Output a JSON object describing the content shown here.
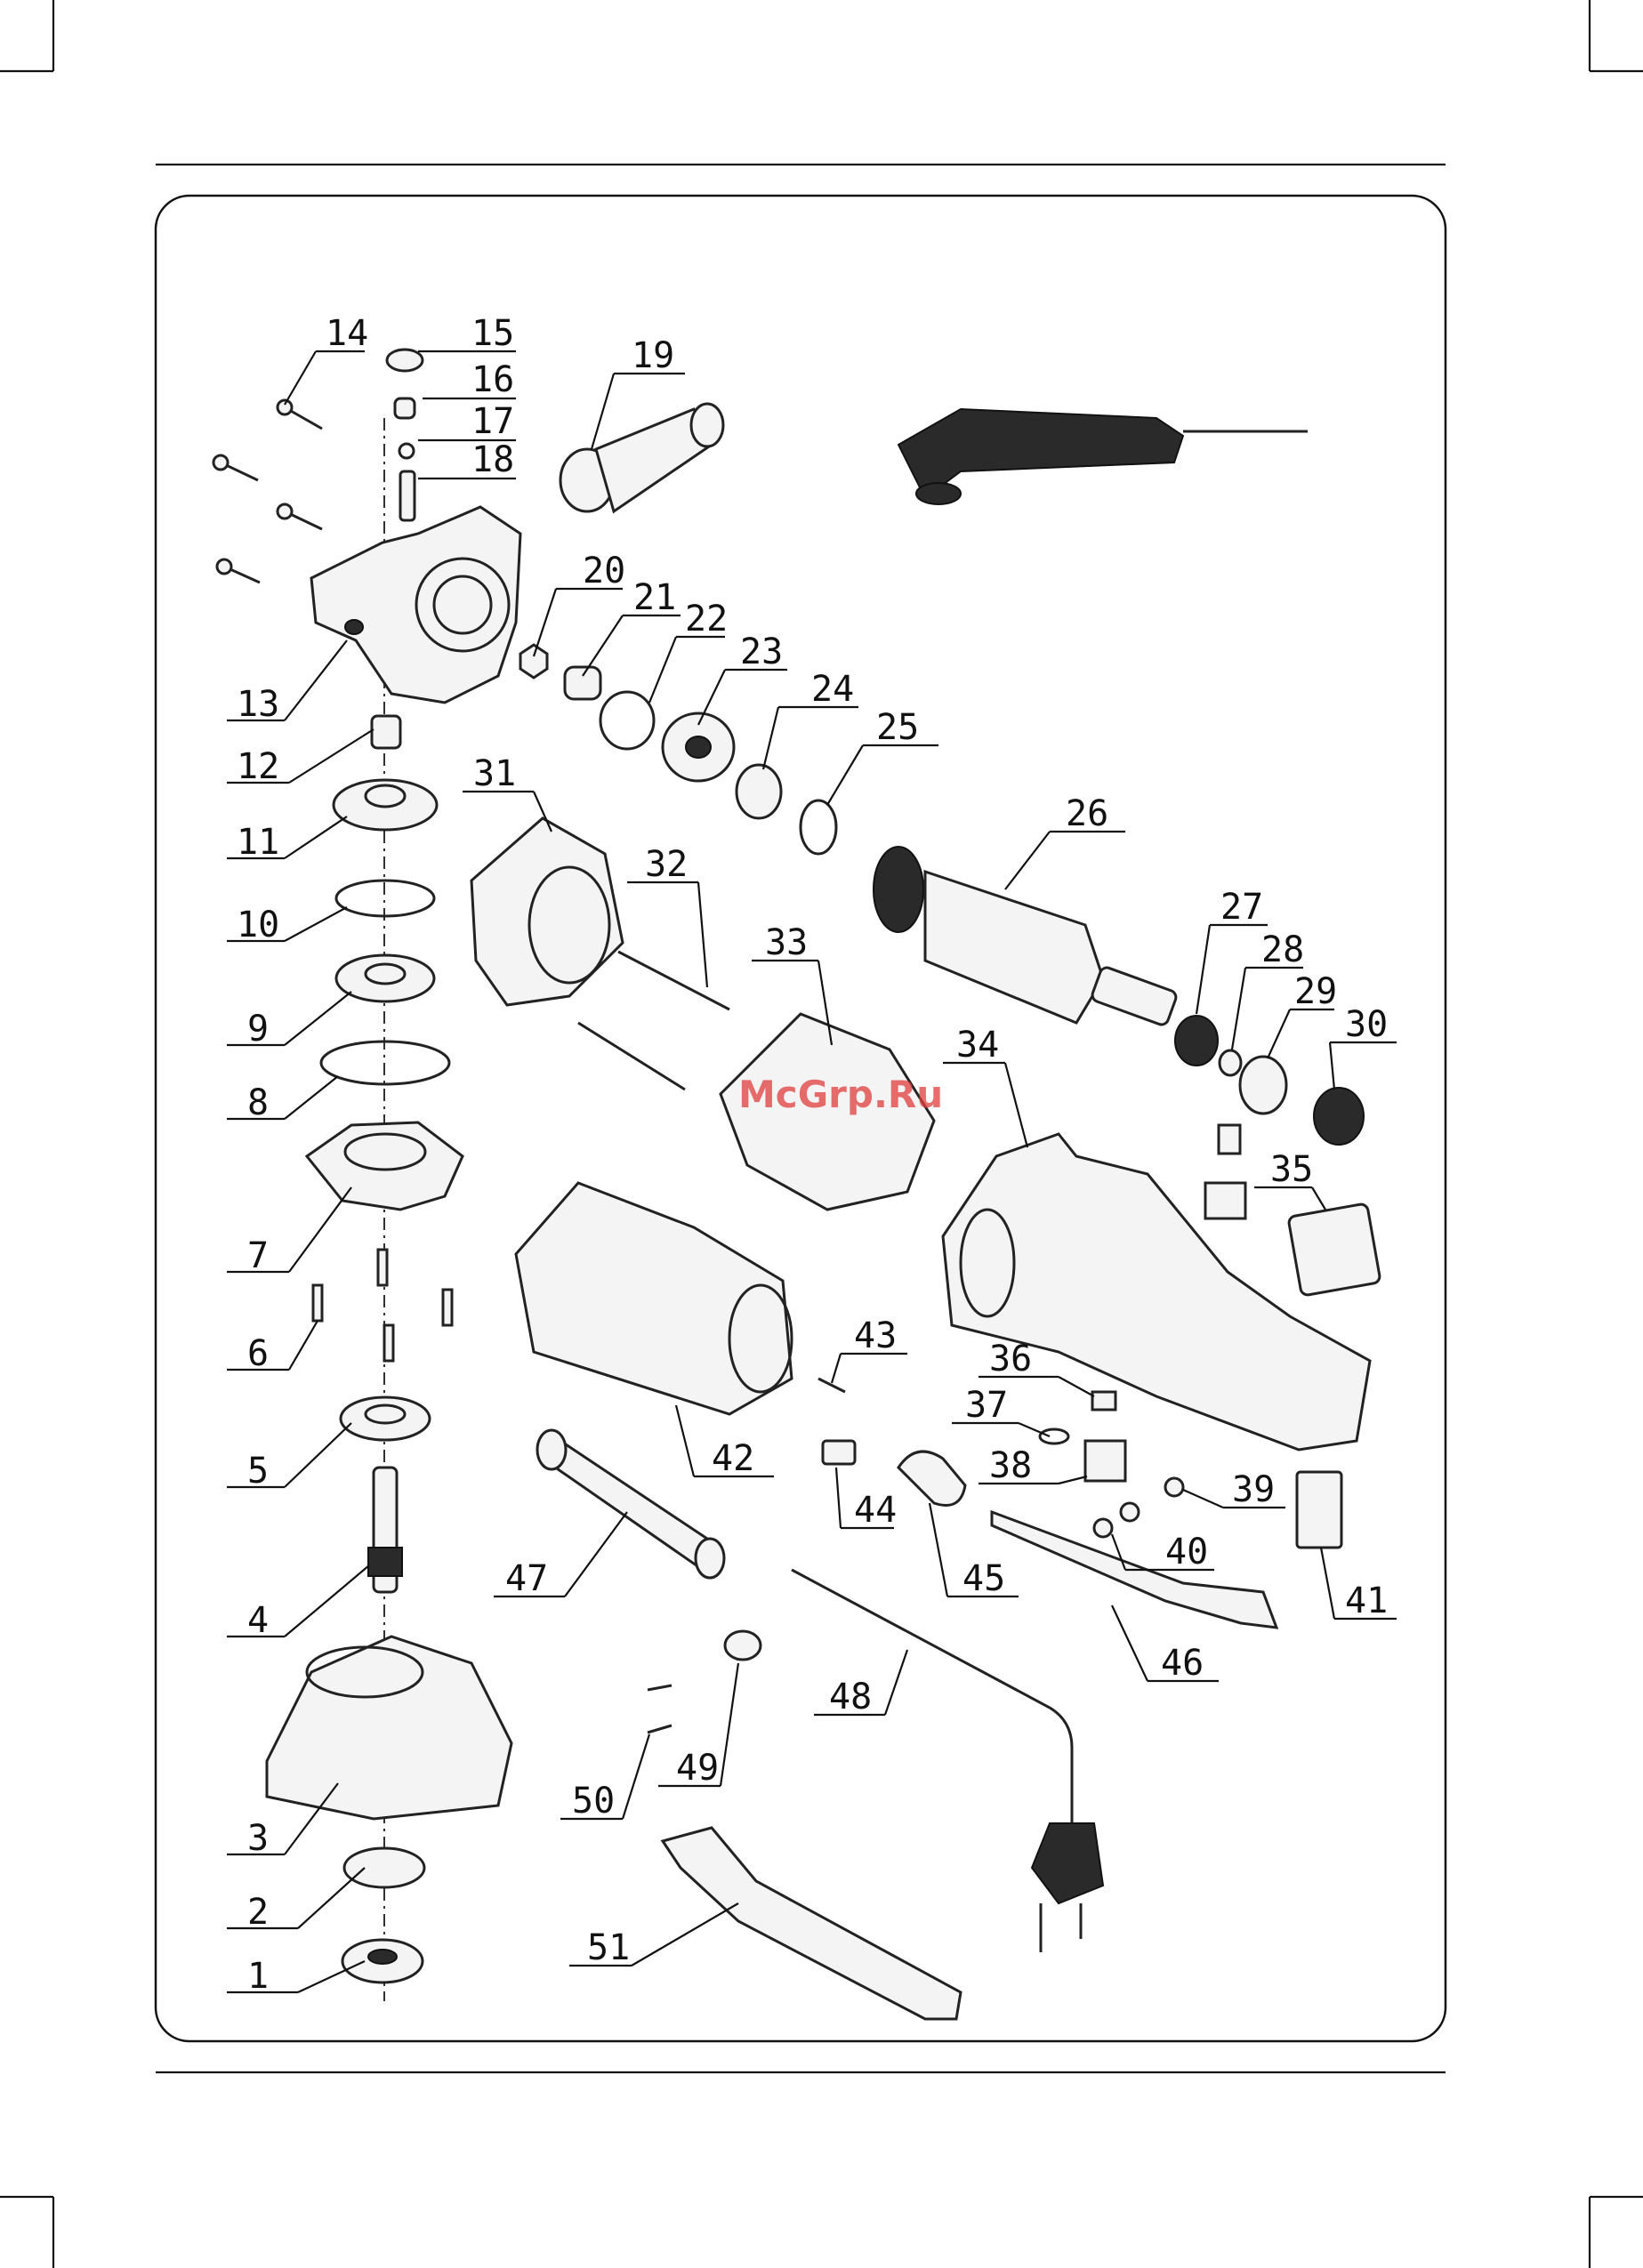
{
  "diagram": {
    "part_numbers": [
      "1",
      "2",
      "3",
      "4",
      "5",
      "6",
      "7",
      "8",
      "9",
      "10",
      "11",
      "12",
      "13",
      "14",
      "15",
      "16",
      "17",
      "18",
      "19",
      "20",
      "21",
      "22",
      "23",
      "24",
      "25",
      "26",
      "27",
      "28",
      "29",
      "30",
      "31",
      "32",
      "33",
      "34",
      "35",
      "36",
      "37",
      "38",
      "39",
      "40",
      "41",
      "42",
      "43",
      "44",
      "45",
      "46",
      "47",
      "48",
      "49",
      "50",
      "51"
    ],
    "watermark": "McGrp.Ru"
  }
}
